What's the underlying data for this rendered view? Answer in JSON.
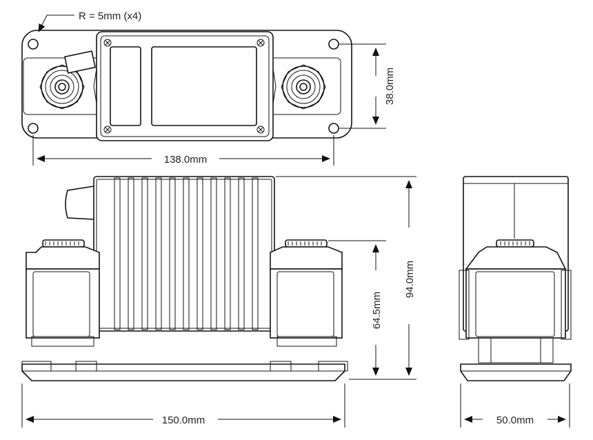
{
  "dimensions": {
    "corner_radius": "R = 5mm (x4)",
    "top_width": "138.0mm",
    "top_height": "38.0mm",
    "overall_length": "150.0mm",
    "terminal_height": "64.5mm",
    "overall_height": "94.0mm",
    "depth": "50.0mm"
  },
  "colors": {
    "line": "#111111",
    "background": "#ffffff",
    "text": "#222222"
  }
}
